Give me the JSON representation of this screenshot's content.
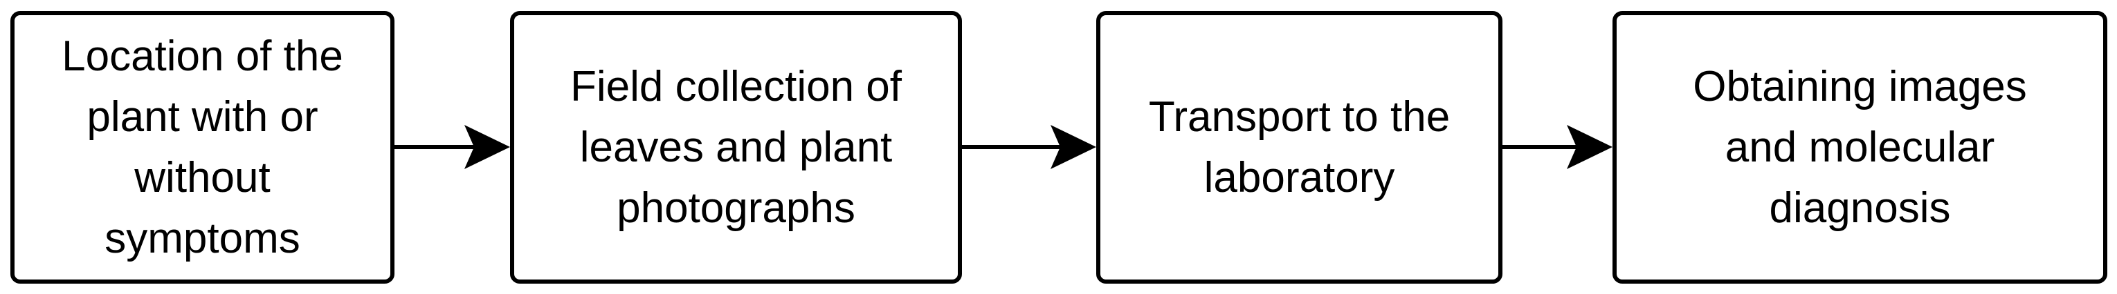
{
  "diagram": {
    "type": "flowchart",
    "direction": "left-to-right",
    "steps": [
      {
        "label": "Location of the\nplant with or\nwithout\nsymptoms"
      },
      {
        "label": "Field collection of\nleaves and plant\nphotographs"
      },
      {
        "label": "Transport to the\nlaboratory"
      },
      {
        "label": "Obtaining images\nand molecular\ndiagnosis"
      }
    ],
    "edges": [
      {
        "from": 0,
        "to": 1
      },
      {
        "from": 1,
        "to": 2
      },
      {
        "from": 2,
        "to": 3
      }
    ],
    "colors": {
      "stroke": "#000000",
      "fill": "#ffffff",
      "text": "#000000"
    }
  }
}
